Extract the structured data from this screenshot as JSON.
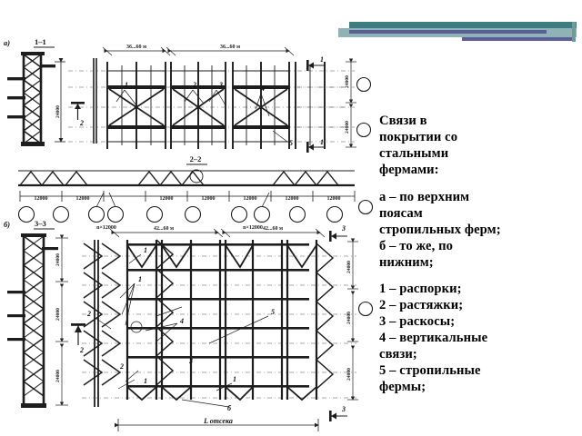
{
  "slide": {
    "background_color": "#ffffff",
    "decor": {
      "teal": "#3d7d80",
      "teal_light": "#8fb3b4",
      "purple": "#5b5e97"
    }
  },
  "text_panel": {
    "title_lines": [
      "Связи в",
      "покрытии со",
      "стальными",
      "фермами:"
    ],
    "scheme_lines": [
      "а – по верхним",
      "поясам",
      "стропильных ферм;",
      "б – то же, по",
      "нижним;"
    ],
    "legend_lines": [
      "1 – распорки;",
      "2 – растяжки;",
      "3 – раскосы;",
      "4 – вертикальные",
      "связи;",
      "5 – стропильные",
      "фермы;"
    ]
  },
  "drawing": {
    "part_a_label": "а)",
    "part_b_label": "б)",
    "section_1_1": "1–1",
    "section_2_2": "2–2",
    "section_3_3": "3–3",
    "span_a": "36...60 м",
    "span_b": "42...60 м",
    "height_label": "24000",
    "bay_label": "12000",
    "bay_total": "n×12000",
    "bottom_dim": "L отсека",
    "marks": {
      "m1": "1",
      "m2": "2",
      "m3": "3",
      "m4": "4",
      "m5": "5",
      "m6": "б"
    }
  }
}
